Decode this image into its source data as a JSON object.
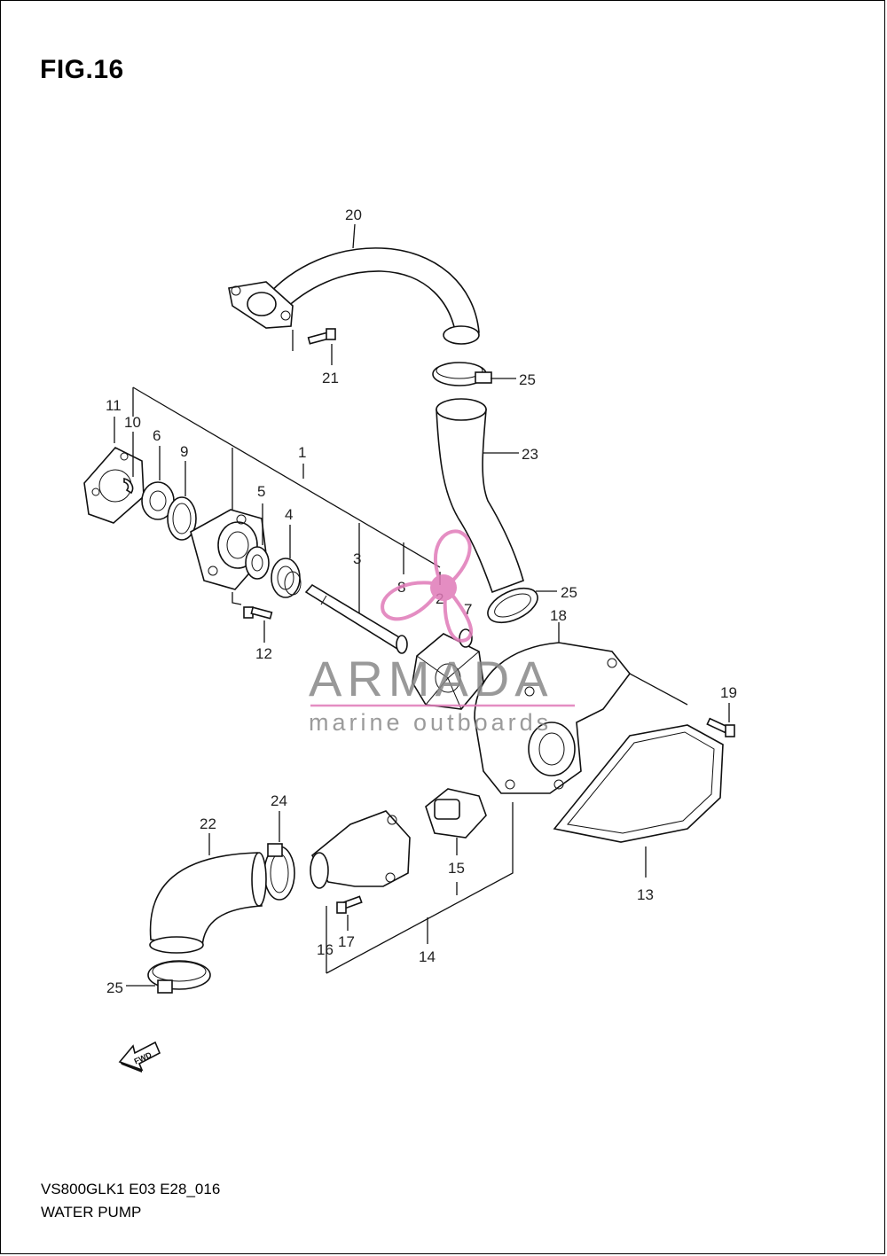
{
  "figure": {
    "title": "FIG.16",
    "model_code": "VS800GLK1 E03 E28_016",
    "section_name": "WATER PUMP"
  },
  "watermark": {
    "brand": "ARMADA",
    "tagline": "marine outboards",
    "color": "#e07ab8"
  },
  "fwd_marker": "FWD",
  "callouts": [
    "1",
    "2",
    "3",
    "4",
    "5",
    "6",
    "7",
    "8",
    "9",
    "10",
    "11",
    "12",
    "13",
    "14",
    "15",
    "16",
    "17",
    "18",
    "19",
    "20",
    "21",
    "22",
    "23",
    "24",
    "25"
  ]
}
